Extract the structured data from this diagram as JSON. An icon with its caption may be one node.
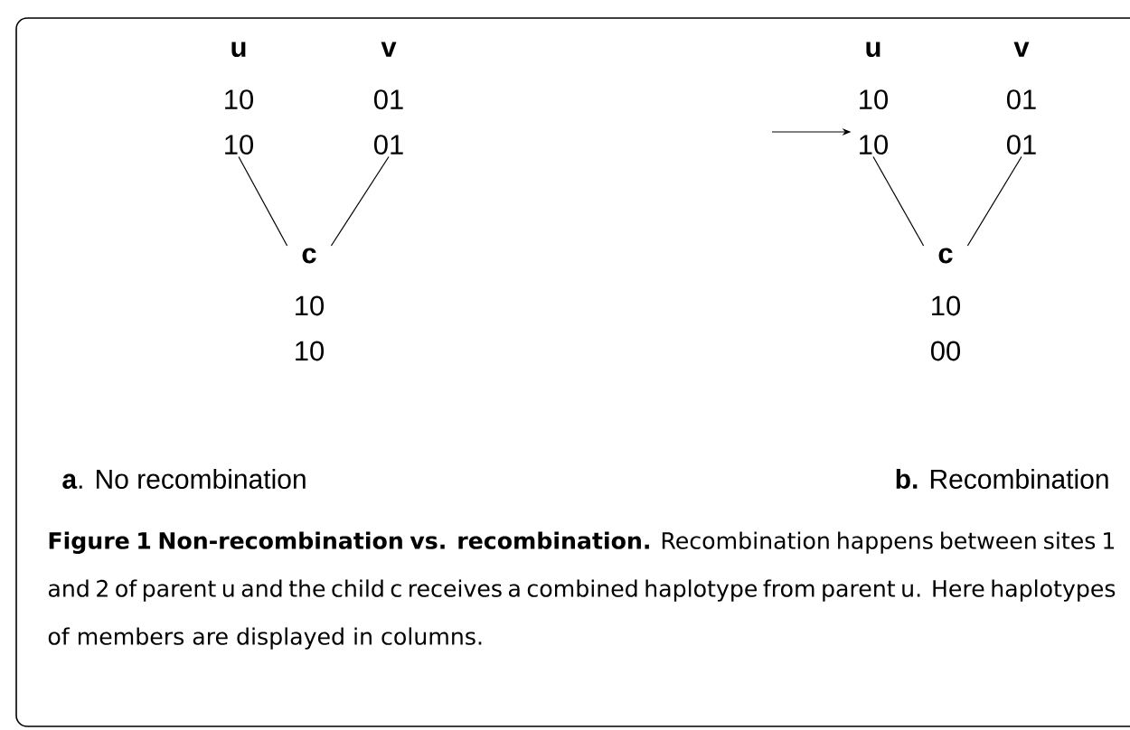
{
  "diagram": {
    "caption": "**Figure 1 Non-recombination vs. recombination.** Recombination happens between sites 1 and 2 of parent u and the child c receives a combined haplotype from parent u. Here haplotypes of members are displayed in columns.",
    "nodes": [
      {
        "text": [
          "u",
          "10 10"
        ]
      },
      {
        "text": [
          "v",
          "01 01"
        ]
      },
      {
        "text": [
          "c",
          "10 10"
        ]
      },
      {
        "text": [
          "u",
          "10 10"
        ]
      },
      {
        "text": [
          "v",
          "01 01"
        ]
      },
      {
        "text": [
          "c",
          "10 00"
        ]
      }
    ],
    "edges": [
      {
        "from": 0,
        "to": 2,
        "arrow": "none"
      },
      {
        "from": 1,
        "to": 2,
        "arrow": "none"
      },
      {
        "from": 3,
        "to": 5,
        "arrow": "none"
      },
      {
        "from": 4,
        "to": 5,
        "arrow": "none"
      },
      {
        "from": null,
        "to": 3,
        "arrow": "to"
      }
    ],
    "labels": [
      "**a**. No recombination",
      "**b.** Recombination"
    ]
  }
}
